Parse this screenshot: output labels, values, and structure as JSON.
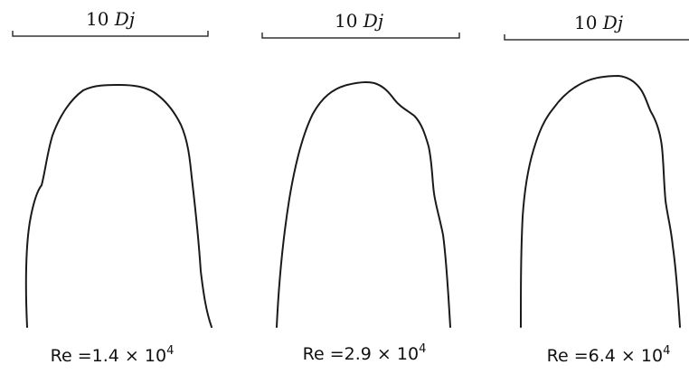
{
  "panels": [
    {
      "scale_label": {
        "value": "10",
        "symbol": "D",
        "subscript": "j"
      },
      "reynolds": {
        "prefix": "Re =",
        "mantissa": "1.4",
        "times": "×",
        "base": "10",
        "exponent": "4"
      }
    },
    {
      "scale_label": {
        "value": "10",
        "symbol": "D",
        "subscript": "j"
      },
      "reynolds": {
        "prefix": "Re =",
        "mantissa": "2.9",
        "times": "×",
        "base": "10",
        "exponent": "4"
      }
    },
    {
      "scale_label": {
        "value": "10",
        "symbol": "D",
        "subscript": "j"
      },
      "reynolds": {
        "prefix": "Re =",
        "mantissa": "6.4",
        "times": "×",
        "base": "10",
        "exponent": "4"
      }
    }
  ]
}
